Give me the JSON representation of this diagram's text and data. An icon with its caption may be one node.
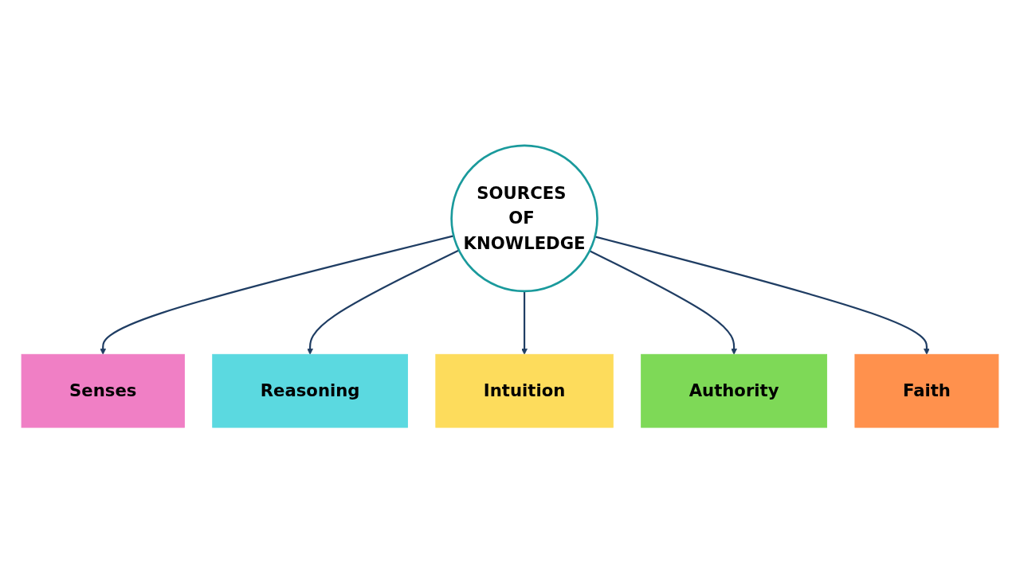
{
  "diagram": {
    "nodes": [
      {
        "text": [
          "Senses"
        ]
      },
      {
        "text": [
          "Reasoning"
        ]
      },
      {
        "text": [
          "Intuition"
        ]
      },
      {
        "text": [
          "SOURCES OF KNOWLEDGE"
        ]
      },
      {
        "text": [
          "Authority"
        ]
      },
      {
        "text": [
          "Faith"
        ]
      }
    ],
    "edges": [
      {
        "from": 3,
        "to": 0,
        "arrow": "to"
      },
      {
        "from": 3,
        "to": 1,
        "arrow": "to"
      },
      {
        "from": 3,
        "to": 2,
        "arrow": "to"
      },
      {
        "from": 3,
        "to": 4,
        "arrow": "to"
      },
      {
        "from": 3,
        "to": 5,
        "arrow": "to"
      }
    ]
  }
}
